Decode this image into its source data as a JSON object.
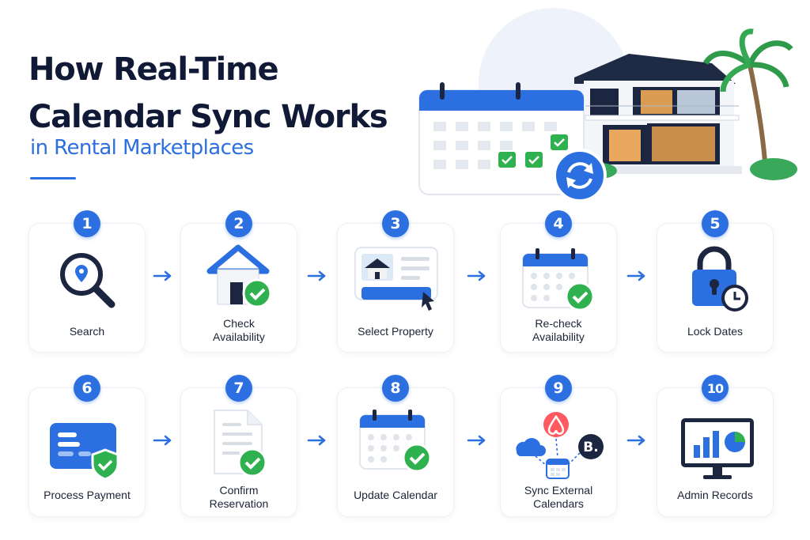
{
  "header": {
    "title_line1": "How Real-Time",
    "title_line2": "Calendar Sync Works",
    "subtitle": "in Rental Marketplaces"
  },
  "colors": {
    "accent": "#2b6fe0",
    "check_green": "#2fb14f",
    "title_navy": "#101a36"
  },
  "steps": [
    {
      "number": "1",
      "label": "Search",
      "icon": "magnifier-location-icon"
    },
    {
      "number": "2",
      "label": "Check\nAvailability",
      "icon": "house-check-icon"
    },
    {
      "number": "3",
      "label": "Select Property",
      "icon": "property-listing-cursor-icon"
    },
    {
      "number": "4",
      "label": "Re-check\nAvailability",
      "icon": "calendar-check-icon"
    },
    {
      "number": "5",
      "label": "Lock Dates",
      "icon": "padlock-clock-icon"
    },
    {
      "number": "6",
      "label": "Process Payment",
      "icon": "credit-card-shield-icon"
    },
    {
      "number": "7",
      "label": "Confirm\nReservation",
      "icon": "document-check-icon"
    },
    {
      "number": "8",
      "label": "Update Calendar",
      "icon": "calendar-check-icon"
    },
    {
      "number": "9",
      "label": "Sync External\nCalendars",
      "icon": "external-platforms-sync-icon"
    },
    {
      "number": "10",
      "label": "Admin Records",
      "icon": "monitor-chart-icon"
    }
  ],
  "icons": {
    "booking_letter": "B."
  }
}
